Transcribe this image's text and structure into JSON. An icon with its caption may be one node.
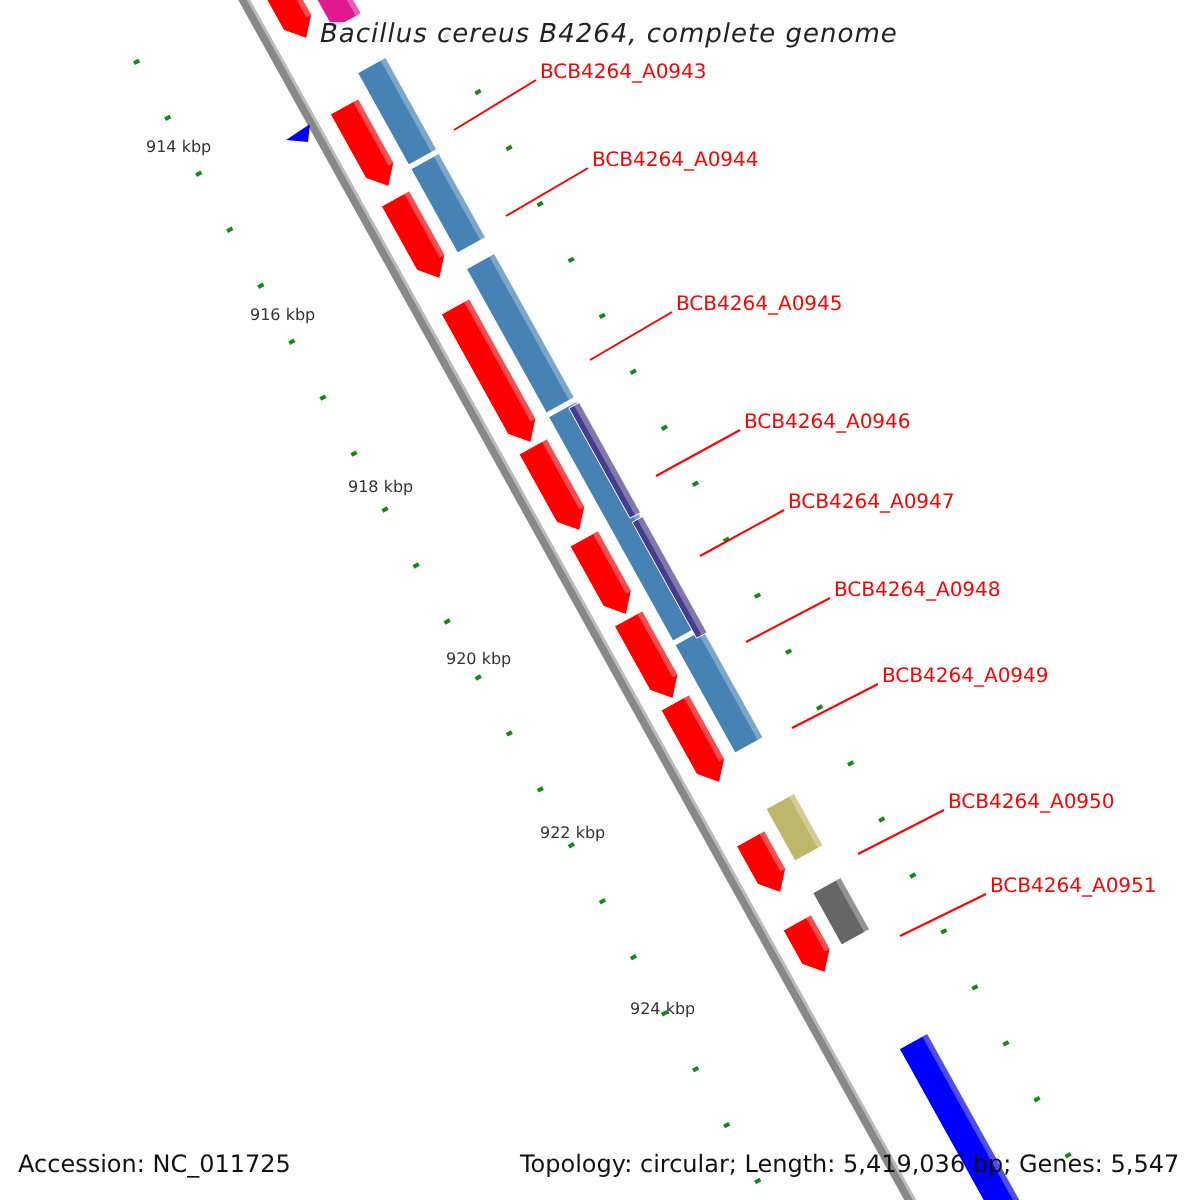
{
  "diagram": {
    "title": "Bacillus cereus B4264, complete genome",
    "nodes": [
      {
        "text": [
          "BCB4264_A0943"
        ]
      },
      {
        "text": [
          "BCB4264_A0944"
        ]
      },
      {
        "text": [
          "BCB4264_A0945"
        ]
      },
      {
        "text": [
          "BCB4264_A0946"
        ]
      },
      {
        "text": [
          "BCB4264_A0947"
        ]
      },
      {
        "text": [
          "BCB4264_A0948"
        ]
      },
      {
        "text": [
          "BCB4264_A0949"
        ]
      },
      {
        "text": [
          "BCB4264_A0950"
        ]
      },
      {
        "text": [
          "BCB4264_A0951"
        ]
      }
    ],
    "edges": [
      {
        "from": 0,
        "to": null,
        "arrow": "none"
      },
      {
        "from": 1,
        "to": null,
        "arrow": "none"
      },
      {
        "from": 2,
        "to": null,
        "arrow": "none"
      },
      {
        "from": 3,
        "to": null,
        "arrow": "none"
      },
      {
        "from": 4,
        "to": null,
        "arrow": "none"
      },
      {
        "from": 5,
        "to": null,
        "arrow": "none"
      },
      {
        "from": 6,
        "to": null,
        "arrow": "none"
      },
      {
        "from": 7,
        "to": null,
        "arrow": "none"
      },
      {
        "from": 8,
        "to": null,
        "arrow": "none"
      }
    ],
    "labels": [
      "914 kbp",
      "916 kbp",
      "918 kbp",
      "920 kbp",
      "922 kbp",
      "924 kbp",
      "Accession: NC_011725",
      "Topology: circular; Length: 5,419,036 bp; Genes: 5,547"
    ]
  }
}
